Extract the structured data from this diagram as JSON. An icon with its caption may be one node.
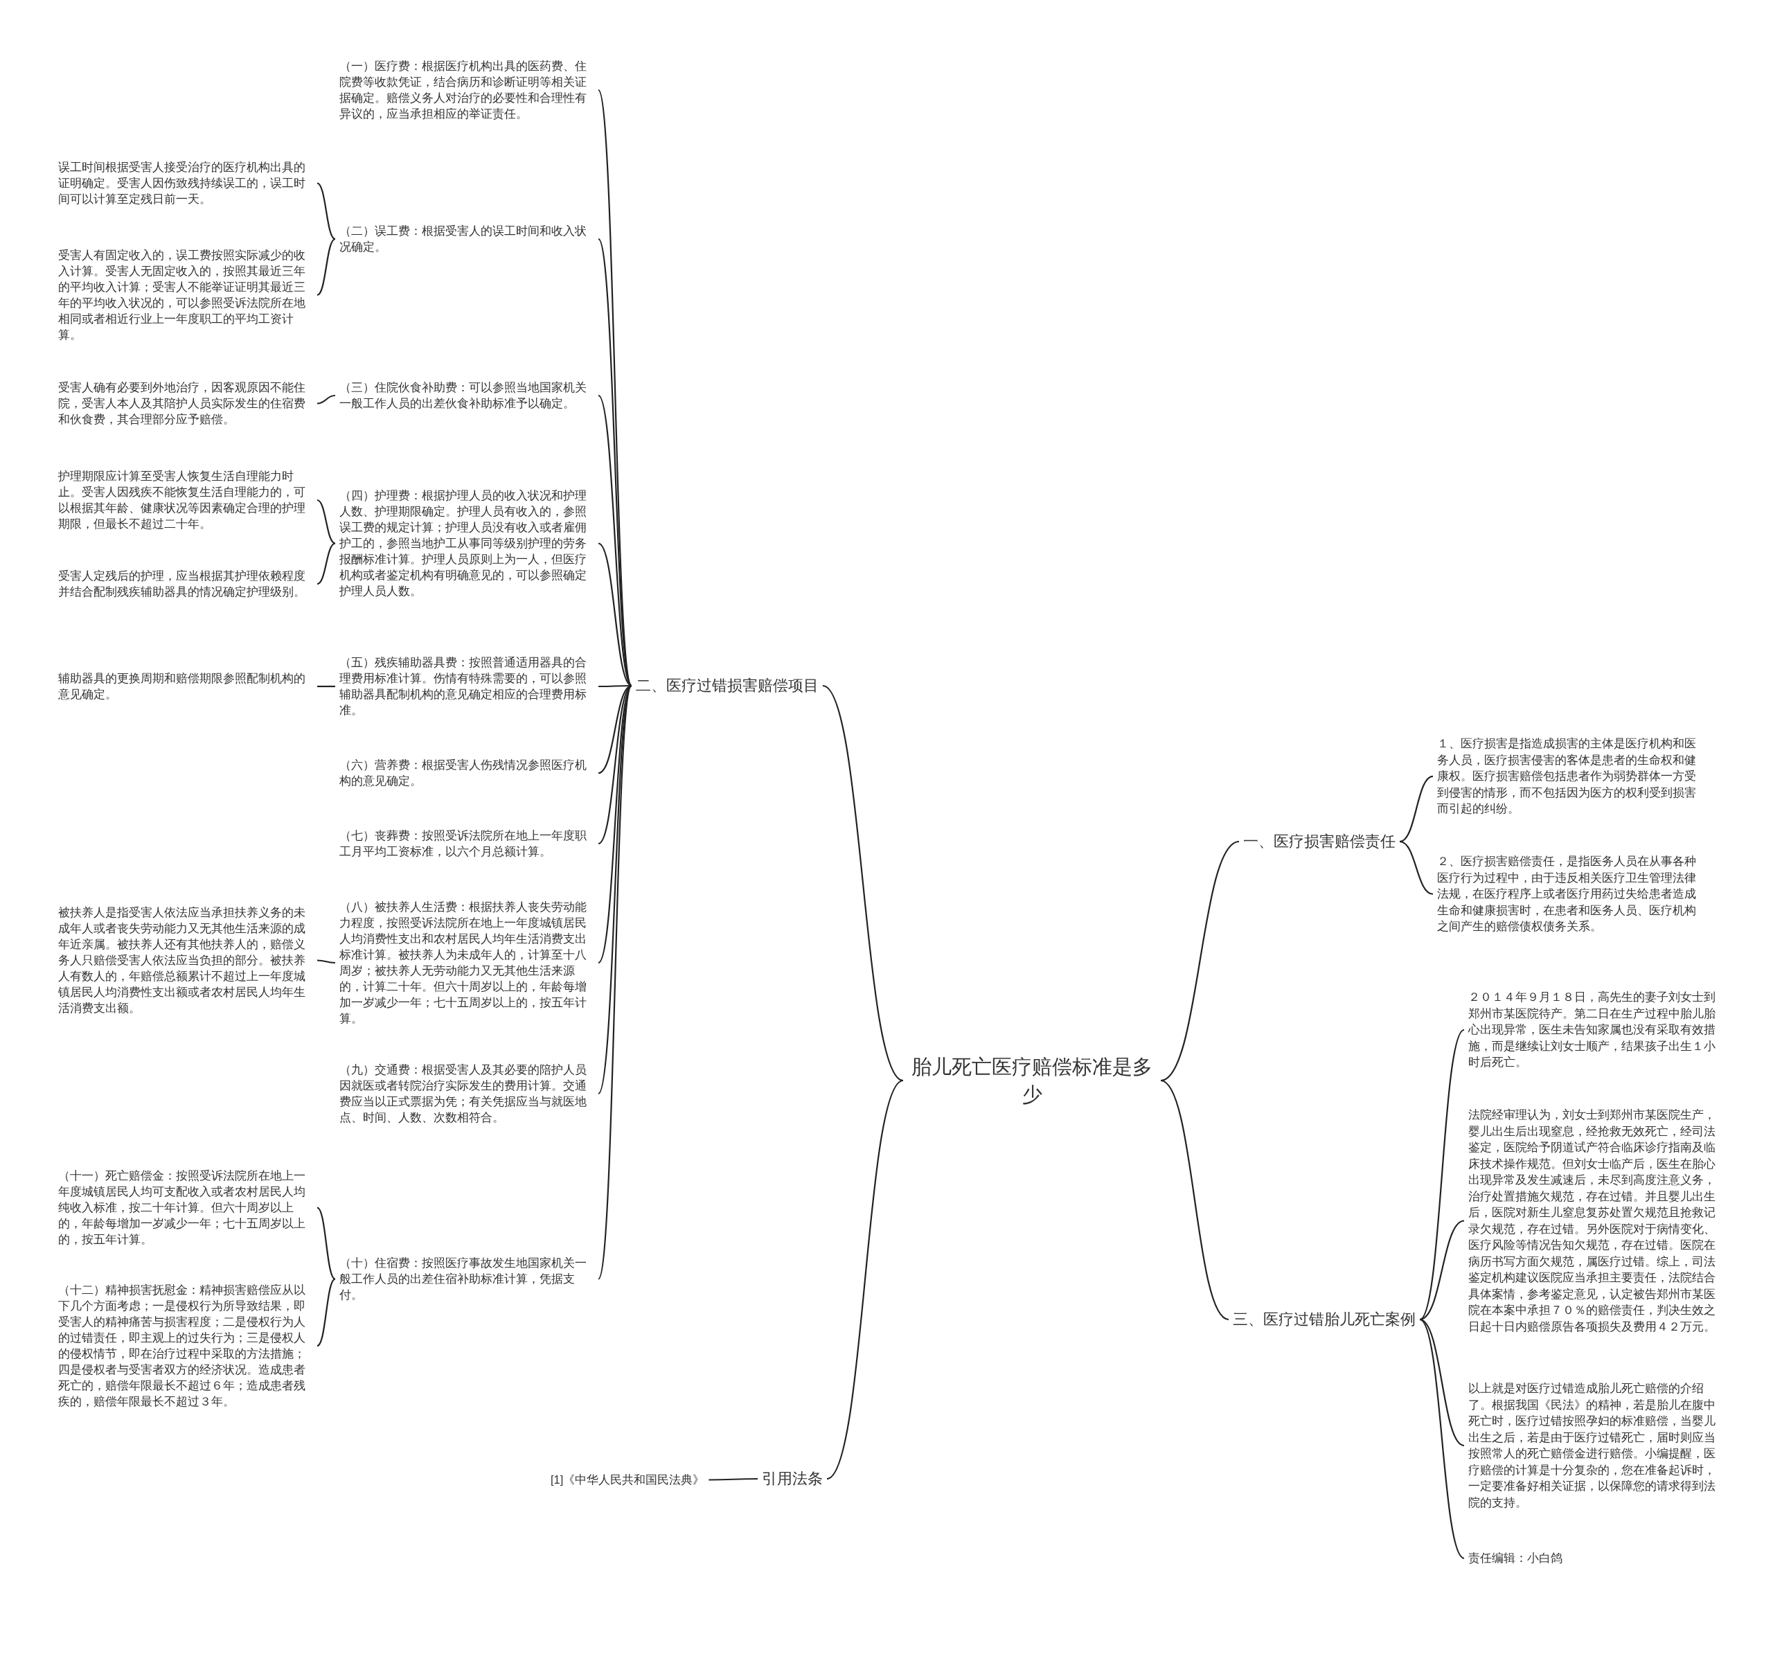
{
  "diagram": {
    "nodes": [
      {
        "text": [
          "胎儿死亡医疗赔偿标准是多少"
        ]
      },
      {
        "text": [
          "一、医疗损害赔偿责任"
        ]
      },
      {
        "text": [
          "１、医疗损害是指造成损害的主体是医疗机构和医务人员，医疗损害侵害的客体是患者的生命权和健康权。医疗损害赔偿包括患者作为弱势群体一方受到侵害的情形，而不包括因为医方的权利受到损害而引起的纠纷。"
        ]
      },
      {
        "text": [
          "２、医疗损害赔偿责任，是指医务人员在从事各种医疗行为过程中，由于违反相关医疗卫生管理法律法规，在医疗程序上或者医疗用药过失给患者造成生命和健康损害时，在患者和医务人员、医疗机构之间产生的赔偿债权债务关系。"
        ]
      },
      {
        "text": [
          "二、医疗过错损害赔偿项目"
        ]
      },
      {
        "text": [
          "（一）医疗费：根据医疗机构出具的医药费、住院费等收款凭证，结合病历和诊断证明等相关证据确定。赔偿义务人对治疗的必要性和合理性有异议的，应当承担相应的举证责任。"
        ]
      },
      {
        "text": [
          "（二）误工费：根据受害人的误工时间和收入状况确定。"
        ]
      },
      {
        "text": [
          "（三）住院伙食补助费：可以参照当地国家机关一般工作人员的出差伙食补助标准予以确定。"
        ]
      },
      {
        "text": [
          "（四）护理费：根据护理人员的收入状况和护理人数、护理期限确定。护理人员有收入的，参照误工费的规定计算；护理人员没有收入或者雇佣护工的，参照当地护工从事同等级别护理的劳务报酬标准计算。护理人员原则上为一人，但医疗机构或者鉴定机构有明确意见的，可以参照确定护理人员人数。"
        ]
      },
      {
        "text": [
          "（五）残疾辅助器具费：按照普通适用器具的合理费用标准计算。伤情有特殊需要的，可以参照辅助器具配制机构的意见确定相应的合理费用标准。"
        ]
      },
      {
        "text": [
          "（六）营养费：根据受害人伤残情况参照医疗机构的意见确定。"
        ]
      },
      {
        "text": [
          "（七）丧葬费：按照受诉法院所在地上一年度职工月平均工资标准，以六个月总额计算。"
        ]
      },
      {
        "text": [
          "（八）被扶养人生活费：根据扶养人丧失劳动能力程度，按照受诉法院所在地上一年度城镇居民人均消费性支出和农村居民人均年生活消费支出标准计算。被扶养人为未成年人的，计算至十八周岁；被扶养人无劳动能力又无其他生活来源的，计算二十年。但六十周岁以上的，年龄每增加一岁减少一年；七十五周岁以上的，按五年计算。"
        ]
      },
      {
        "text": [
          "（九）交通费：根据受害人及其必要的陪护人员因就医或者转院治疗实际发生的费用计算。交通费应当以正式票据为凭；有关凭据应当与就医地点、时间、人数、次数相符合。"
        ]
      },
      {
        "text": [
          "（十）住宿费：按照医疗事故发生地国家机关一般工作人员的出差住宿补助标准计算，凭据支付。"
        ]
      },
      {
        "text": [
          "误工时间根据受害人接受治疗的医疗机构出具的证明确定。受害人因伤致残持续误工的，误工时间可以计算至定残日前一天。"
        ]
      },
      {
        "text": [
          "受害人有固定收入的，误工费按照实际减少的收入计算。受害人无固定收入的，按照其最近三年的平均收入计算；受害人不能举证证明其最近三年的平均收入状况的，可以参照受诉法院所在地相同或者相近行业上一年度职工的平均工资计算。"
        ]
      },
      {
        "text": [
          "受害人确有必要到外地治疗，因客观原因不能住院，受害人本人及其陪护人员实际发生的住宿费和伙食费，其合理部分应予赔偿。"
        ]
      },
      {
        "text": [
          "护理期限应计算至受害人恢复生活自理能力时止。受害人因残疾不能恢复生活自理能力的，可以根据其年龄、健康状况等因素确定合理的护理期限，但最长不超过二十年。"
        ]
      },
      {
        "text": [
          "受害人定残后的护理，应当根据其护理依赖程度并结合配制残疾辅助器具的情况确定护理级别。"
        ]
      },
      {
        "text": [
          "辅助器具的更换周期和赔偿期限参照配制机构的意见确定。"
        ]
      },
      {
        "text": [
          "被扶养人是指受害人依法应当承担扶养义务的未成年人或者丧失劳动能力又无其他生活来源的成年近亲属。被扶养人还有其他扶养人的，赔偿义务人只赔偿受害人依法应当负担的部分。被扶养人有数人的，年赔偿总额累计不超过上一年度城镇居民人均消费性支出额或者农村居民人均年生活消费支出额。"
        ]
      },
      {
        "text": [
          "（十一）死亡赔偿金：按照受诉法院所在地上一年度城镇居民人均可支配收入或者农村居民人均纯收入标准，按二十年计算。但六十周岁以上的，年龄每增加一岁减少一年；七十五周岁以上的，按五年计算。"
        ]
      },
      {
        "text": [
          "（十二）精神损害抚慰金：精神损害赔偿应从以下几个方面考虑；一是侵权行为所导致结果，即受害人的精神痛苦与损害程度；二是侵权行为人的过错责任，即主观上的过失行为；三是侵权人的侵权情节，即在治疗过程中采取的方法措施；四是侵权者与受害者双方的经济状况。造成患者死亡的，赔偿年限最长不超过６年；造成患者残疾的，赔偿年限最长不超过３年。"
        ]
      },
      {
        "text": [
          "三、医疗过错胎儿死亡案例"
        ]
      },
      {
        "text": [
          "２０１４年９月１８日，高先生的妻子刘女士到郑州市某医院待产。第二日在生产过程中胎儿胎心出现异常，医生未告知家属也没有采取有效措施，而是继续让刘女士顺产，结果孩子出生１小时后死亡。"
        ]
      },
      {
        "text": [
          "法院经审理认为，刘女士到郑州市某医院生产，婴儿出生后出现窒息，经抢救无效死亡，经司法鉴定，医院给予阴道试产符合临床诊疗指南及临床技术操作规范。但刘女士临产后，医生在胎心出现异常及发生减速后，未尽到高度注意义务，治疗处置措施欠规范，存在过错。并且婴儿出生后，医院对新生儿窒息复苏处置欠规范且抢救记录欠规范，存在过错。另外医院对于病情变化、医疗风险等情况告知欠规范，存在过错。医院在病历书写方面欠规范，属医疗过错。综上，司法鉴定机构建议医院应当承担主要责任，法院结合具体案情，参考鉴定意见，认定被告郑州市某医院在本案中承担７０％的赔偿责任，判决生效之日起十日内赔偿原告各项损失及费用４２万元。"
        ]
      },
      {
        "text": [
          "以上就是对医疗过错造成胎儿死亡赔偿的介绍了。根据我国《民法》的精神，若是胎儿在腹中死亡时，医疗过错按照孕妇的标准赔偿，当婴儿出生之后，若是由于医疗过错死亡，届时则应当按照常人的死亡赔偿金进行赔偿。小编提醒，医疗赔偿的计算是十分复杂的，您在准备起诉时，一定要准备好相关证据，以保障您的请求得到法院的支持。"
        ]
      },
      {
        "text": [
          "责任编辑：小白鸽"
        ]
      },
      {
        "text": [
          "引用法条"
        ]
      },
      {
        "text": [
          "[1]《中华人民共和国民法典》"
        ]
      }
    ],
    "edges": [
      {
        "from": 0,
        "to": 1,
        "arrow": "none"
      },
      {
        "from": 1,
        "to": 2,
        "arrow": "none"
      },
      {
        "from": 1,
        "to": 3,
        "arrow": "none"
      },
      {
        "from": 0,
        "to": 4,
        "arrow": "none"
      },
      {
        "from": 4,
        "to": 5,
        "arrow": "none"
      },
      {
        "from": 4,
        "to": 6,
        "arrow": "none"
      },
      {
        "from": 4,
        "to": 7,
        "arrow": "none"
      },
      {
        "from": 4,
        "to": 8,
        "arrow": "none"
      },
      {
        "from": 4,
        "to": 9,
        "arrow": "none"
      },
      {
        "from": 4,
        "to": 10,
        "arrow": "none"
      },
      {
        "from": 4,
        "to": 11,
        "arrow": "none"
      },
      {
        "from": 4,
        "to": 12,
        "arrow": "none"
      },
      {
        "from": 4,
        "to": 13,
        "arrow": "none"
      },
      {
        "from": 4,
        "to": 14,
        "arrow": "none"
      },
      {
        "from": 6,
        "to": 15,
        "arrow": "none"
      },
      {
        "from": 6,
        "to": 16,
        "arrow": "none"
      },
      {
        "from": 7,
        "to": 17,
        "arrow": "none"
      },
      {
        "from": 8,
        "to": 18,
        "arrow": "none"
      },
      {
        "from": 8,
        "to": 19,
        "arrow": "none"
      },
      {
        "from": 9,
        "to": 20,
        "arrow": "none"
      },
      {
        "from": 12,
        "to": 21,
        "arrow": "none"
      },
      {
        "from": 14,
        "to": 22,
        "arrow": "none"
      },
      {
        "from": 14,
        "to": 23,
        "arrow": "none"
      },
      {
        "from": 0,
        "to": 24,
        "arrow": "none"
      },
      {
        "from": 24,
        "to": 25,
        "arrow": "none"
      },
      {
        "from": 24,
        "to": 26,
        "arrow": "none"
      },
      {
        "from": 24,
        "to": 27,
        "arrow": "none"
      },
      {
        "from": 24,
        "to": 28,
        "arrow": "none"
      },
      {
        "from": 0,
        "to": 29,
        "arrow": "none"
      },
      {
        "from": 29,
        "to": 30,
        "arrow": "none"
      }
    ]
  }
}
